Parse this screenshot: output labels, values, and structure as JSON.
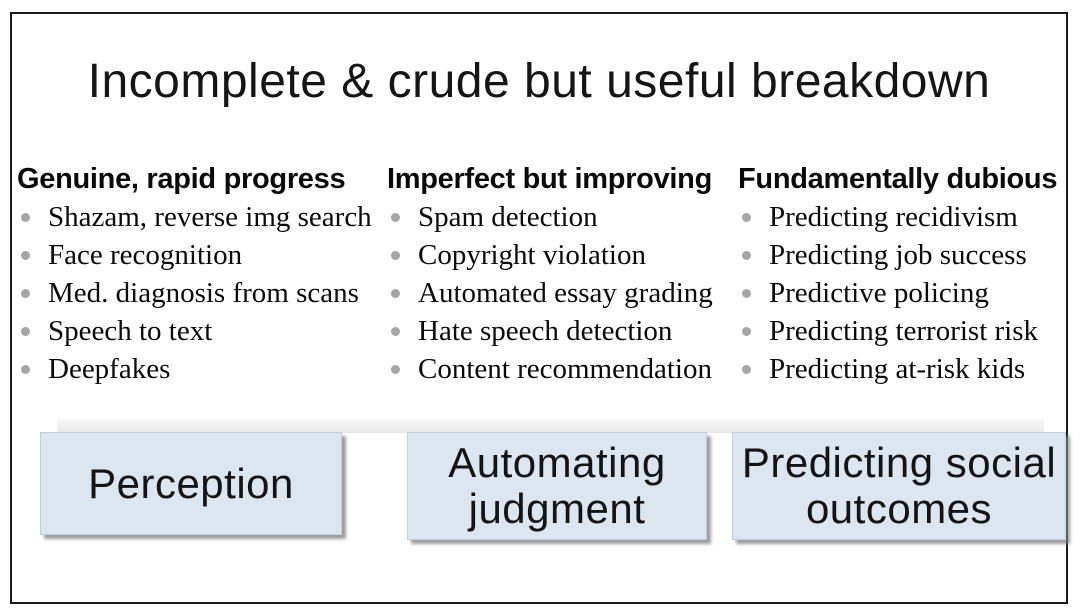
{
  "slide": {
    "title": "Incomplete & crude but useful breakdown",
    "columns": [
      {
        "header": "Genuine, rapid progress",
        "items": [
          "Shazam, reverse img search",
          "Face recognition",
          "Med. diagnosis from scans",
          "Speech to text",
          "Deepfakes"
        ],
        "box_label": "Perception"
      },
      {
        "header": "Imperfect but improving",
        "items": [
          "Spam detection",
          "Copyright violation",
          "Automated essay grading",
          "Hate speech detection",
          "Content recommendation"
        ],
        "box_label": "Automating judgment"
      },
      {
        "header": "Fundamentally dubious",
        "items": [
          "Predicting recidivism",
          "Predicting job success",
          "Predictive policing",
          "Predicting terrorist risk",
          "Predicting at-risk kids"
        ],
        "box_label": "Predicting social outcomes"
      }
    ],
    "colors": {
      "box_fill": "#dce6f1",
      "box_border": "#c3cfdd",
      "box_shadow": "#9a9a9a",
      "bullet_dot": "#a6a6a6",
      "slide_border": "#1a1a1a",
      "text": "#000000"
    }
  }
}
